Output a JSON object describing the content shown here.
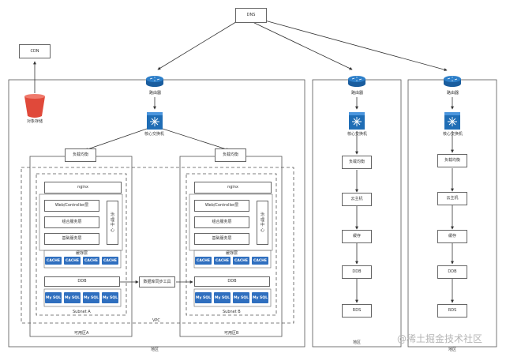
{
  "dns": "DNS",
  "cdn": "CDN",
  "oss": "对象存储",
  "router": "路由器",
  "core_switch": "核心交换机",
  "lb": "负载均衡",
  "nginx": "nginx",
  "web_layer": "Web/Controller层",
  "combo_layer": "组合服务层",
  "base_layer": "基础服务层",
  "gov": "治理中心",
  "cache_layer": "缓存层",
  "cache": "CACHE",
  "ddb": "DDB",
  "mysql": "My SQL",
  "subnet_a": "Subnet A",
  "subnet_b": "Subnet B",
  "vpc": "VPC",
  "zone_a": "可用区A",
  "zone_b": "可用区B",
  "region_main": "地区",
  "region_2": "地区",
  "region_3": "地区",
  "sync_tool": "数据库同步工具",
  "cloud_host": "云主机",
  "cache_short": "缓存",
  "rds": "RDS",
  "watermark": "@稀土掘金技术社区",
  "colors": {
    "accent": "#2f6fbf",
    "bucket": "#e0493a",
    "line": "#333333"
  }
}
